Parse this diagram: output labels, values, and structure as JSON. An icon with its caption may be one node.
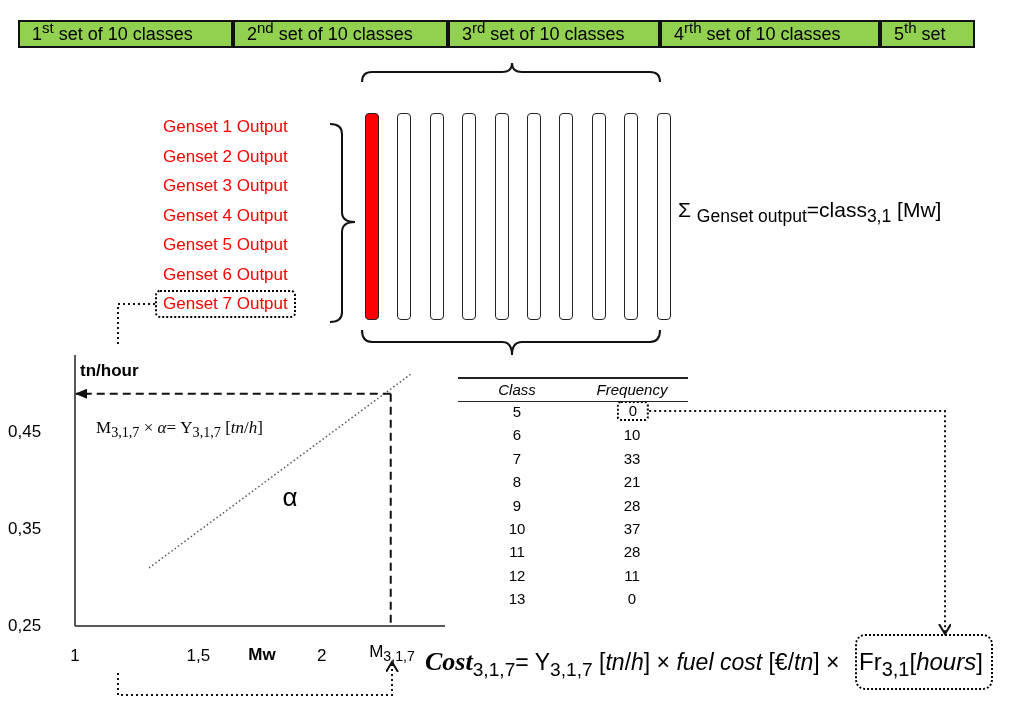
{
  "diagram": {
    "nodes": [
      {
        "text": [
          "1$^{st}$ set of 10 classes"
        ]
      },
      {
        "text": [
          "2$^{nd}$ set of 10 classes"
        ]
      },
      {
        "text": [
          "3$^{rd}$ set of 10 classes"
        ]
      },
      {
        "text": [
          "4$^{rth}$ set of 10 classes"
        ]
      },
      {
        "text": [
          "5$^{th}$ set"
        ]
      },
      {
        "text": [
          "Genset 1 Output"
        ]
      },
      {
        "text": [
          "Genset 2 Output"
        ]
      },
      {
        "text": [
          "Genset 3 Output"
        ]
      },
      {
        "text": [
          "Genset 4 Output"
        ]
      },
      {
        "text": [
          "Genset 5 Output"
        ]
      },
      {
        "text": [
          "Genset 6 Output"
        ]
      },
      {
        "text": [
          "Genset 7 Output"
        ]
      },
      {
        "text": [],
        "shape": "bar"
      },
      {
        "text": [],
        "shape": "bar"
      },
      {
        "text": [],
        "shape": "bar"
      },
      {
        "text": [],
        "shape": "bar"
      },
      {
        "text": [],
        "shape": "bar"
      },
      {
        "text": [],
        "shape": "bar"
      },
      {
        "text": [],
        "shape": "bar"
      },
      {
        "text": [],
        "shape": "bar"
      },
      {
        "text": [],
        "shape": "bar"
      },
      {
        "text": [],
        "shape": "bar"
      },
      {
        "text": [
          "M$_{3,1,7}$"
        ]
      },
      {
        "text": [
          "0"
        ]
      },
      {
        "text": [
          "Fr$_{3,1}$[*hours*]"
        ]
      }
    ],
    "edges": [
      {
        "from": 11,
        "to": null,
        "arrow": "none",
        "style": "dashed"
      },
      {
        "from": null,
        "to": 22,
        "arrow": "to",
        "style": "dashed"
      },
      {
        "from": 23,
        "to": 24,
        "arrow": "to",
        "style": "dashed"
      }
    ],
    "labels": [
      "Σ $_{Genset output}$=class$_{3,1}$ [Mw]",
      "Class",
      "Frequency",
      "5",
      "6",
      "10",
      "7",
      "33",
      "8",
      "21",
      "9",
      "28",
      "10",
      "37",
      "11",
      "28",
      "12",
      "11",
      "13",
      "0",
      "**Cost**$_{3,1,7}$= Y$_{3,1,7}$ [*tn*/*h*] × *fuel cost* [€/*tn*] ×"
    ],
    "chart_data": {
      "type": "line",
      "xlabel": "Mw",
      "ylabel": "tn/hour",
      "x": [
        1.3,
        2.36
      ],
      "series": [
        {
          "color": "#555555",
          "line_style": "dotted",
          "values": [
            0.31,
            0.51
          ]
        }
      ],
      "ref_lines": [
        {
          "axis": "y",
          "value": 0.49
        },
        {
          "axis": "x",
          "value": 2.28
        }
      ],
      "xlim": [
        1,
        2.5
      ],
      "ylim": [
        0.25,
        0.53
      ],
      "xticks": [
        1,
        {
          "value": 1.5,
          "label": "1,5"
        },
        2
      ],
      "yticks": [
        {
          "value": 0.25,
          "label": "0,25"
        },
        {
          "value": 0.35,
          "label": "0,35"
        },
        {
          "value": 0.45,
          "label": "0,45"
        }
      ],
      "annotations": [
        "M$_{3,1,7}$ × *α*= Y$_{3,1,7}$ [*tn*/*h*]",
        "α"
      ]
    }
  }
}
